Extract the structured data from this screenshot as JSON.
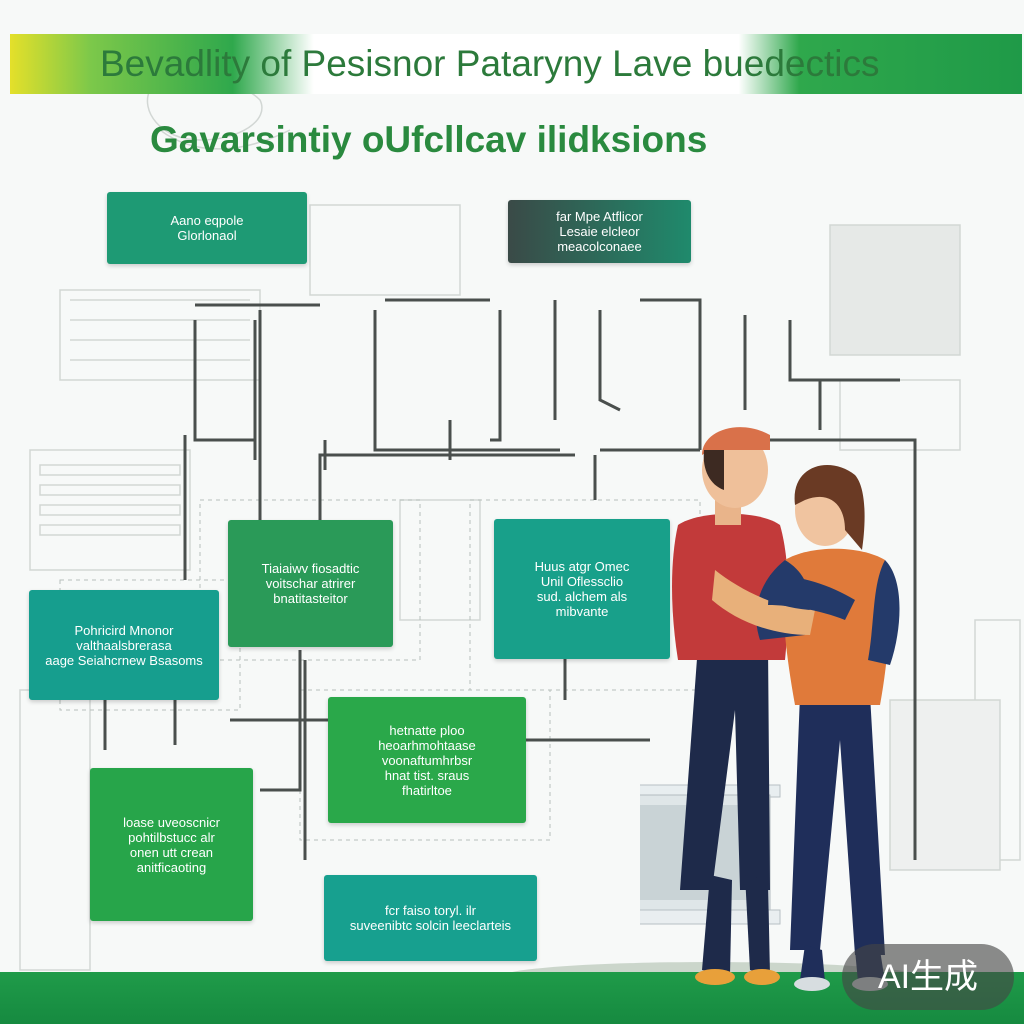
{
  "header": {
    "title": "Bevadlity of Pesisnor Pataryny Lave buedectics",
    "subtitle": "Gavarsintiy oUfcllcav ilidksions"
  },
  "boxes": {
    "top_left": "Aano eqpole\nGlorlonaol",
    "top_right": "far Mpe Atflicor\nLesaie elcleor\nmeacolconaee",
    "mid_center": "Tiaiaiwv fiosadtic\nvoitschar atrirer\nbnatitasteitor",
    "mid_right": "Huus atgr Omec\nUnil Oflessclio\nsud. alchem als\nmibvante",
    "left": "Pohricird Mnonor\nvalthaalsbrerasa\naage Seiahcrnew Bsasoms",
    "center_low": "hetnatte ploo\nheoarhmohtaase\nvoonaftumhrbsr\nhnat tist. sraus\nfhatirltoe",
    "bottom_left": "loase uveoscnicr\npohtilbstucc alr\nonen utt crean\nanitficaoting",
    "bottom_center": "fcr faiso toryl. ilr\nsuveenibtc solcin leeclarteis"
  },
  "badge": "AI生成",
  "colors": {
    "green": "#2aa84a",
    "teal": "#149a86",
    "dark_teal": "#2b6b62",
    "band_yellow": "#e4e02a"
  }
}
